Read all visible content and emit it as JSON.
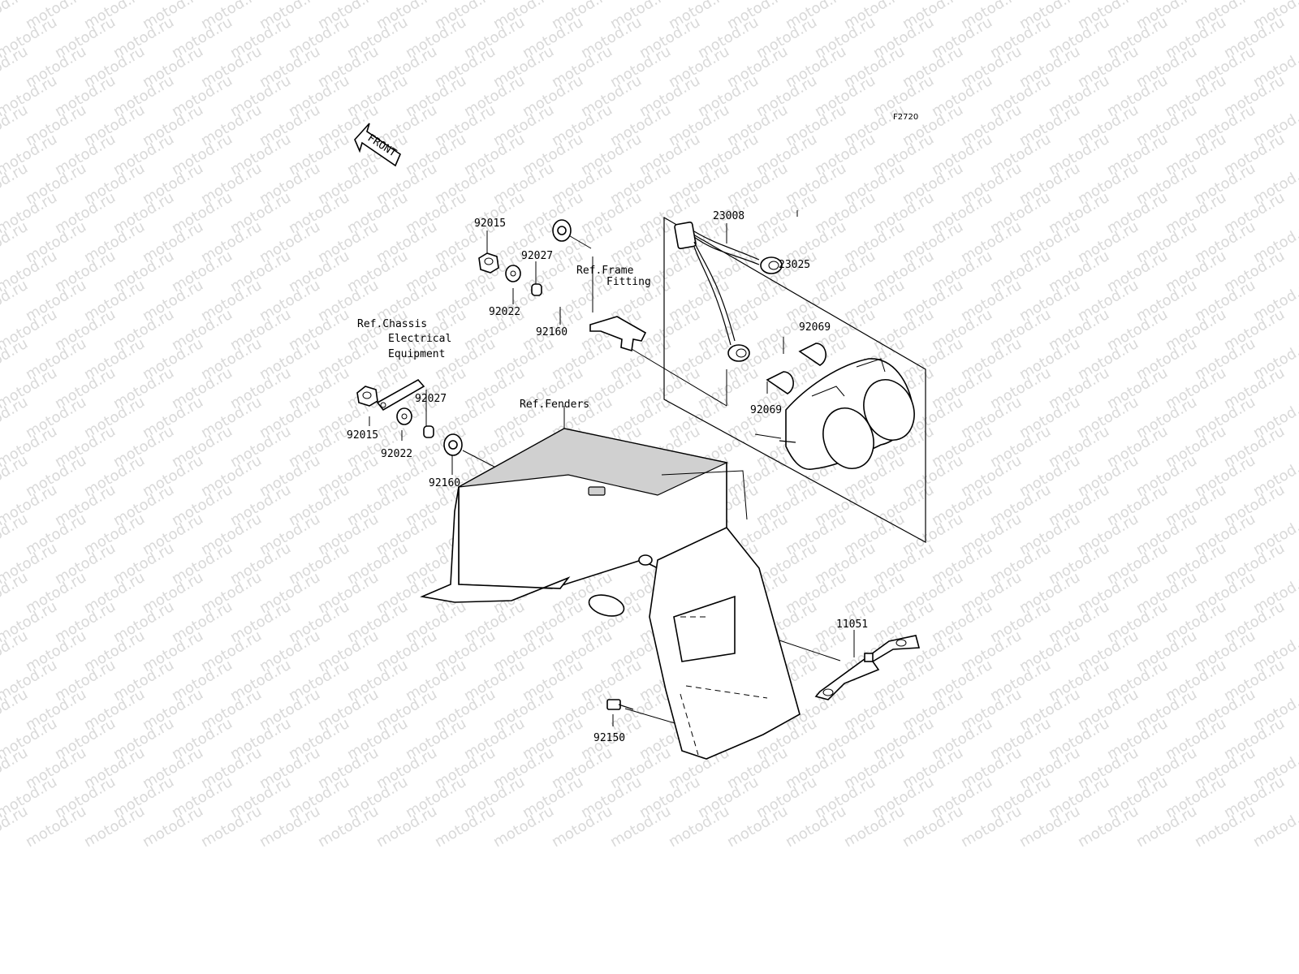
{
  "watermark": "motod.ru",
  "figure_code": "F2720",
  "front_arrow_label": "FRONT",
  "callouts": [
    {
      "id": "c1",
      "text": "92015"
    },
    {
      "id": "c2",
      "text": "92027"
    },
    {
      "id": "c3",
      "text": "92022"
    },
    {
      "id": "c4",
      "text": "92160"
    },
    {
      "id": "c5",
      "text": "Ref.Frame"
    },
    {
      "id": "c6",
      "text": "Fitting"
    },
    {
      "id": "c7",
      "text": "23025"
    },
    {
      "id": "c8",
      "text": "23008"
    },
    {
      "id": "c9",
      "text": "92069"
    },
    {
      "id": "c10",
      "text": "92069"
    },
    {
      "id": "c11",
      "text": "Ref.Chassis"
    },
    {
      "id": "c12",
      "text": "Electrical"
    },
    {
      "id": "c13",
      "text": "Equipment"
    },
    {
      "id": "c14",
      "text": "92027"
    },
    {
      "id": "c15",
      "text": "92015"
    },
    {
      "id": "c16",
      "text": "92022"
    },
    {
      "id": "c17",
      "text": "Ref.Fenders"
    },
    {
      "id": "c18",
      "text": "92160"
    },
    {
      "id": "c19",
      "text": "11051"
    },
    {
      "id": "c20",
      "text": "92150"
    }
  ]
}
